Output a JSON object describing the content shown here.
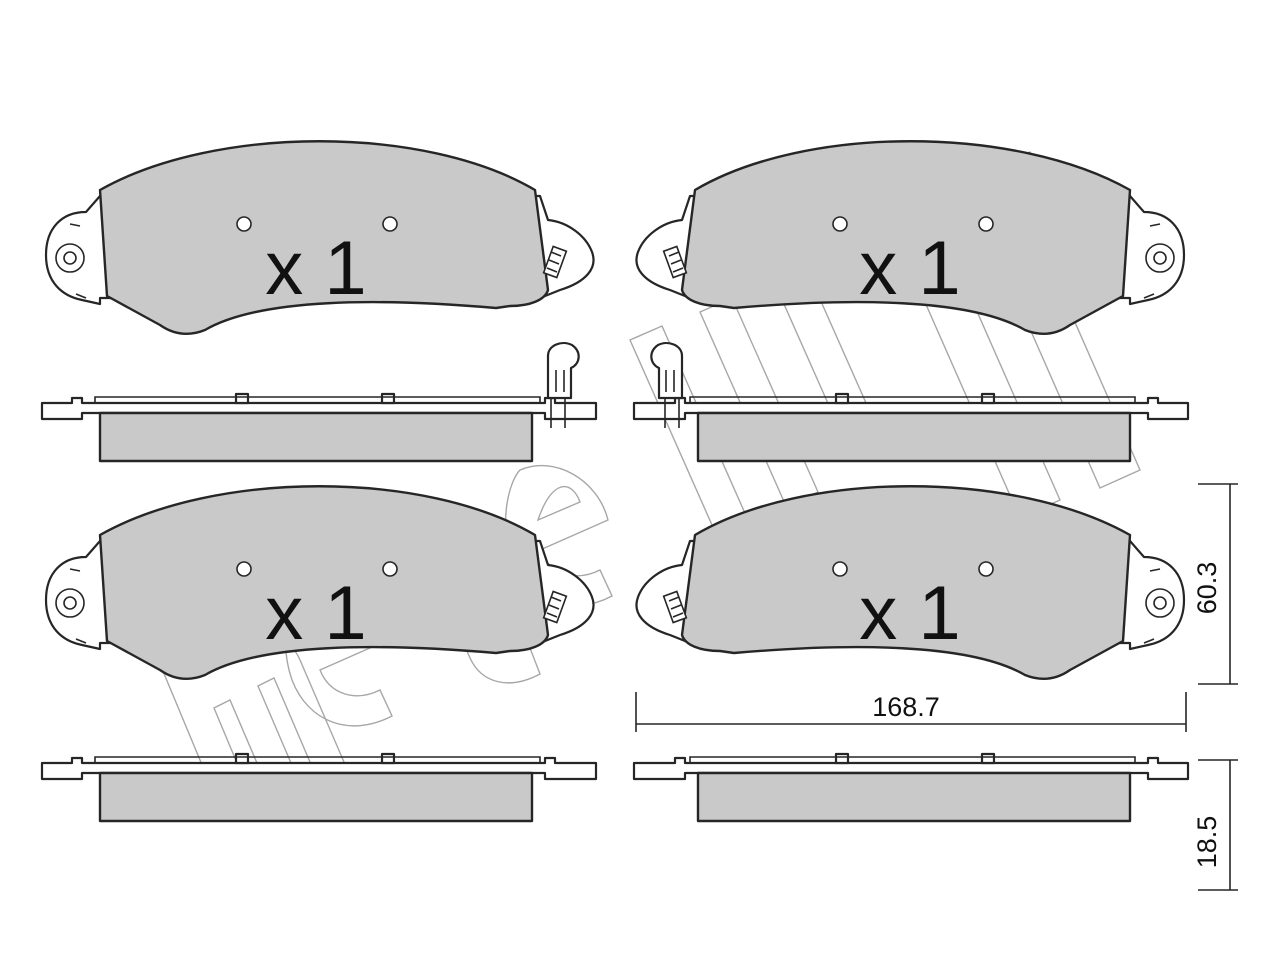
{
  "pads": [
    {
      "quantity": "x 1"
    },
    {
      "quantity": "x 1"
    },
    {
      "quantity": "x 1"
    },
    {
      "quantity": "x 1"
    }
  ],
  "dimensions": {
    "width": "168.7",
    "height": "60.3",
    "thickness": "18.5"
  },
  "brand_watermark": "metelli",
  "colors": {
    "friction_material": "#c9c9c9",
    "outline": "#262626",
    "watermark": "#8a8a8a"
  }
}
